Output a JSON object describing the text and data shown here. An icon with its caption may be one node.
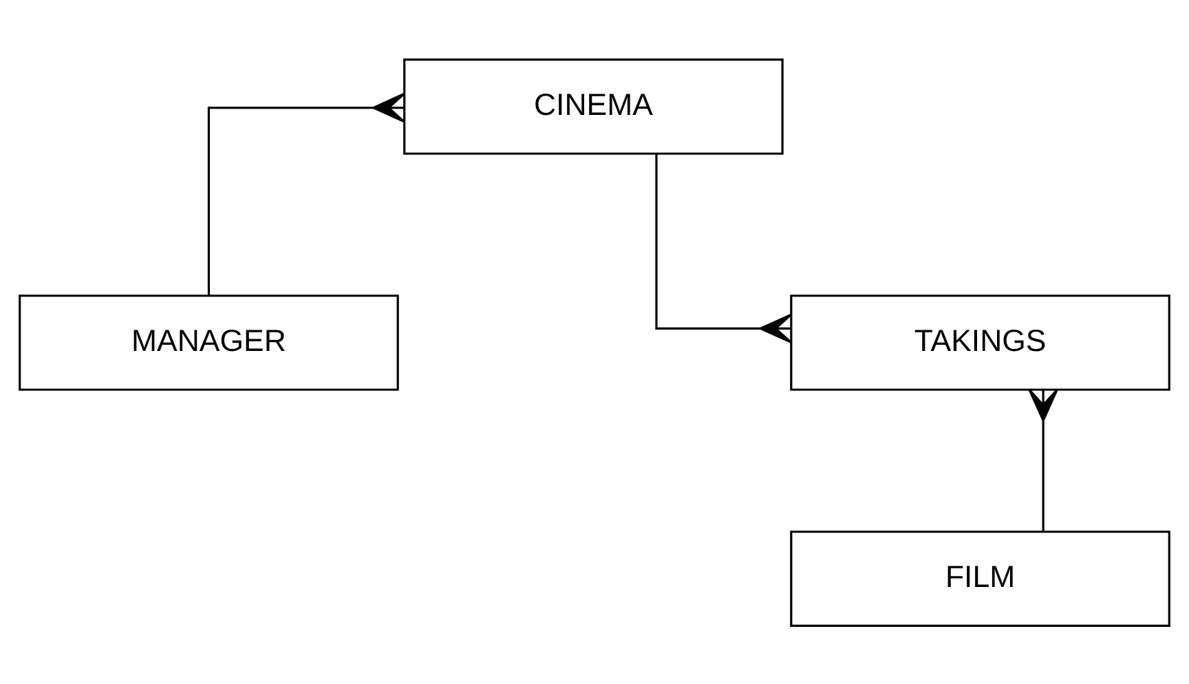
{
  "diagram": {
    "nodes": [
      {
        "text": [
          "CINEMA"
        ]
      },
      {
        "text": [
          "MANAGER"
        ]
      },
      {
        "text": [
          "TAKINGS"
        ]
      },
      {
        "text": [
          "FILM"
        ]
      }
    ],
    "edges": [
      {
        "from": 1,
        "to": 0,
        "arrow": "other"
      },
      {
        "from": 0,
        "to": 2,
        "arrow": "other"
      },
      {
        "from": 3,
        "to": 2,
        "arrow": "other"
      }
    ]
  }
}
